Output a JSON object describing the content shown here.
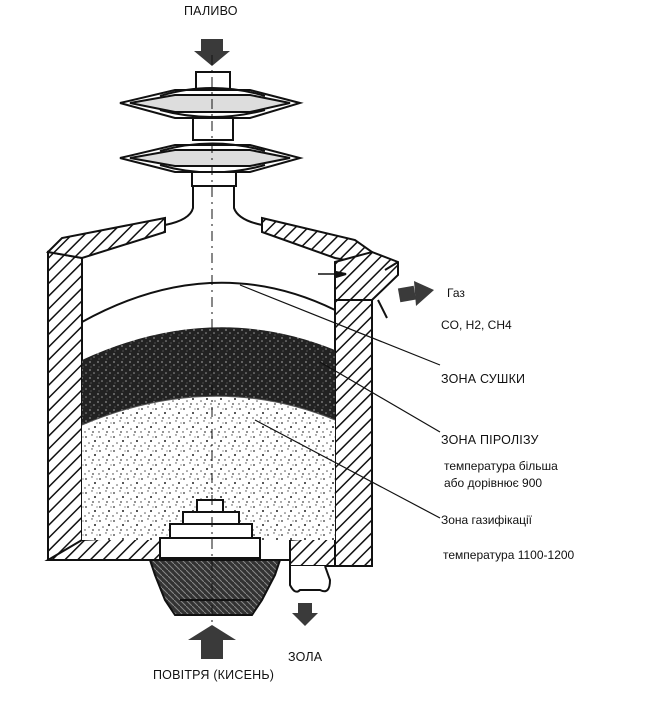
{
  "labels": {
    "fuel": "ПАЛИВО",
    "gas": "Газ",
    "gas_composition": "CO, H2, CH4",
    "drying_zone": "ЗОНА СУШКИ",
    "pyrolysis_zone": "ЗОНА ПІРОЛІЗУ",
    "pyrolysis_temp_line1": "температура більша",
    "pyrolysis_temp_line2": "або дорівнює 900",
    "gasification_zone": "Зона газифікації",
    "gasification_temp": "температура 1100-1200",
    "ash": "ЗОЛА",
    "air": "ПОВІТРЯ (КИСЕНЬ)"
  }
}
